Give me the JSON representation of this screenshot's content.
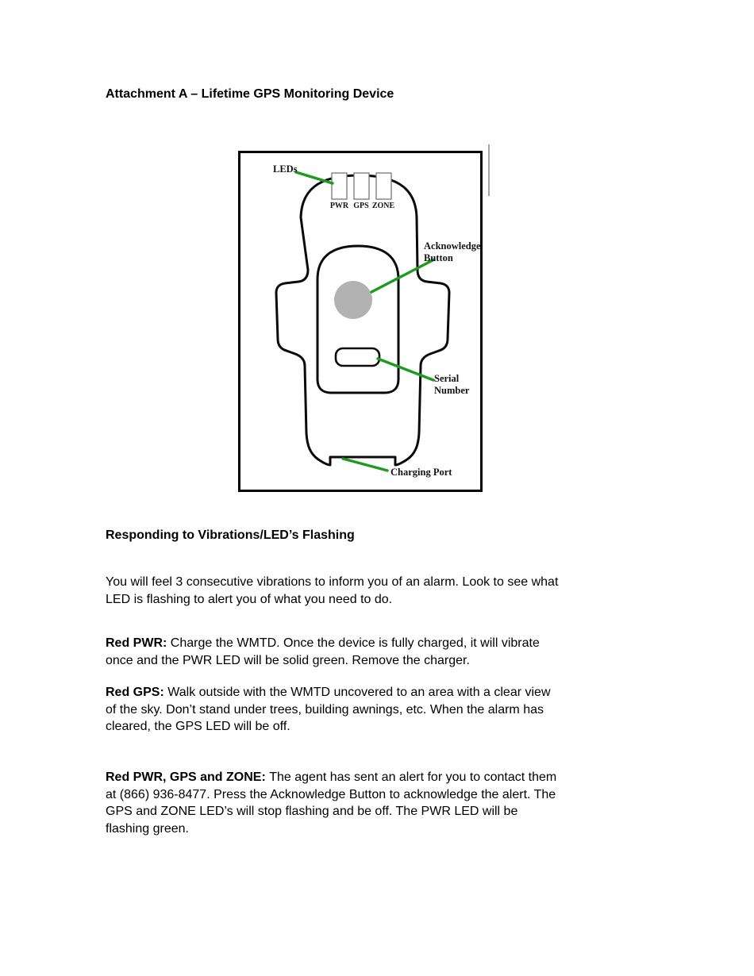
{
  "page": {
    "title": "Attachment A – Lifetime GPS Monitoring Device"
  },
  "diagram": {
    "labels": {
      "leds": "LEDs",
      "led_pwr": "PWR",
      "led_gps": "GPS",
      "led_zone": "ZONE",
      "acknowledge_line1": "Acknowledge",
      "acknowledge_line2": "Button",
      "serial_line1": "Serial",
      "serial_line2": "Number",
      "charging_port": "Charging Port"
    },
    "colors": {
      "callout_green": "#1E9B1E",
      "button_gray": "#B2B2B2",
      "outline_black": "#000000",
      "led_rect_stroke": "#777777"
    }
  },
  "section": {
    "heading": "Responding to Vibrations/LED’s Flashing",
    "paragraphs": [
      {
        "lead": "",
        "lines": [
          "You will feel 3 consecutive vibrations to inform you of an alarm. Look to see what",
          "LED is flashing to alert you of what you need to do."
        ]
      },
      {
        "lead": "Red PWR: ",
        "lines": [
          "Charge the WMTD. Once the device is fully charged, it will vibrate",
          "once and the PWR LED will be solid green. Remove the charger."
        ]
      },
      {
        "lead": "Red GPS: ",
        "lines": [
          "Walk outside with the WMTD uncovered to an area with a clear view",
          "of the sky. Don’t stand under trees, building awnings, etc. When the alarm has",
          "cleared, the GPS LED will be off."
        ]
      },
      {
        "lead": "Red PWR, GPS and ZONE: ",
        "lines": [
          "The agent has sent an alert for you to contact them",
          "at (866) 936-8477. Press the Acknowledge Button to acknowledge the alert. The",
          "GPS and ZONE LED’s will stop flashing and be off. The PWR LED will be",
          "flashing green."
        ]
      }
    ]
  }
}
